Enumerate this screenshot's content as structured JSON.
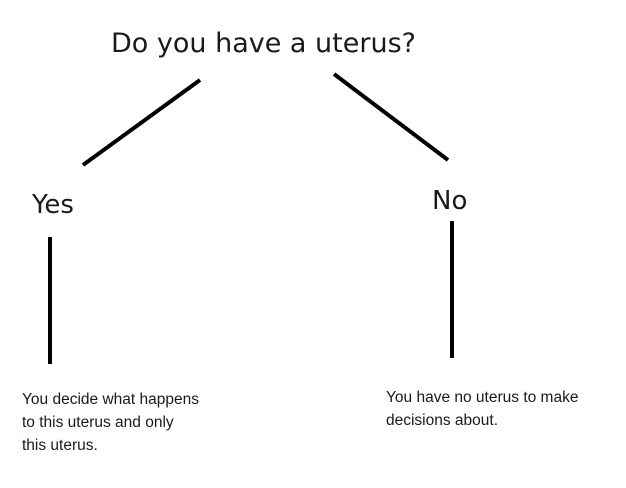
{
  "diagram": {
    "question": "Do you have a uterus?",
    "branches": [
      {
        "label": "Yes",
        "outcome": "You decide what happens\nto this uterus and only\nthis uterus."
      },
      {
        "label": "No",
        "outcome": "You have no uterus to make\ndecisions about."
      }
    ]
  },
  "colors": {
    "background": "#ffffff",
    "line": "#000000",
    "text": "#1a1a1a"
  }
}
